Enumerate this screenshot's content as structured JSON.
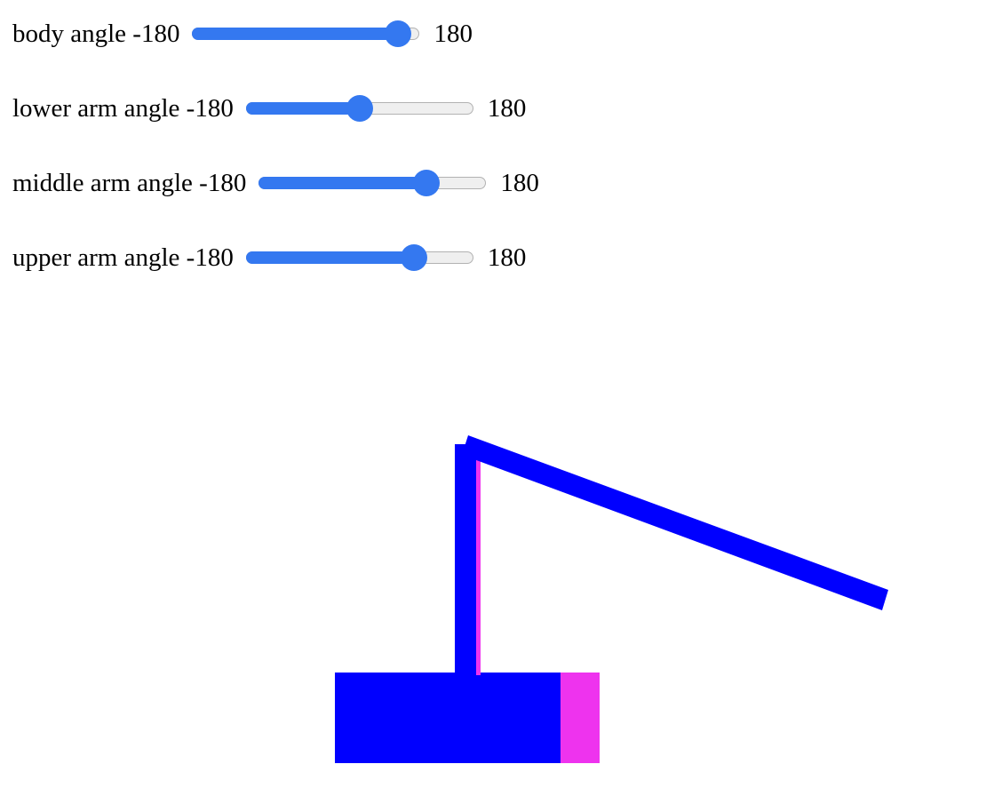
{
  "controls": [
    {
      "id": "body",
      "label": "body angle -180",
      "max_label": "180",
      "value_fraction": 0.96
    },
    {
      "id": "lower",
      "label": "lower arm angle -180",
      "max_label": "180",
      "value_fraction": 0.5
    },
    {
      "id": "middle",
      "label": "middle arm angle -180",
      "max_label": "180",
      "value_fraction": 0.77
    },
    {
      "id": "upper",
      "label": "upper arm angle -180",
      "max_label": "180",
      "value_fraction": 0.77
    }
  ],
  "colors": {
    "slider_accent": "#3478f0",
    "track": "#efefef",
    "robot_primary": "#0000ff",
    "robot_secondary": "#ee33ee"
  }
}
